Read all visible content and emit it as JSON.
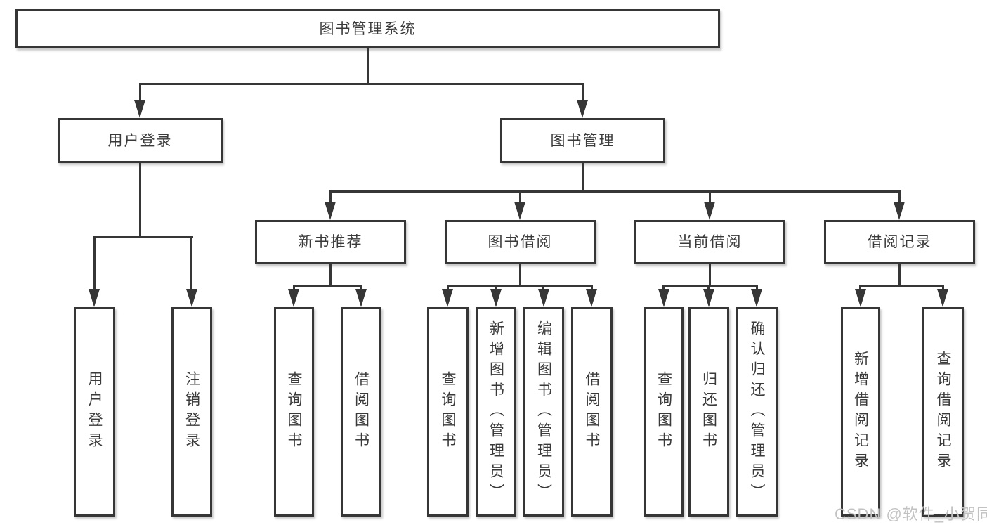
{
  "title": "图书管理系统",
  "watermark": "CSDN @软件_小贺同学",
  "colors": {
    "line": "#363636",
    "text": "#3a3a3a",
    "watermark": "#c2c2c2",
    "background": "#ffffff"
  },
  "nodes": {
    "root": {
      "label": "图书管理系统"
    },
    "user_login": {
      "label": "用户登录"
    },
    "book_mgmt": {
      "label": "图书管理"
    },
    "login": {
      "label": "用户登录"
    },
    "logout": {
      "label": "注销登录"
    },
    "new_books": {
      "label": "新书推荐"
    },
    "book_borrow": {
      "label": "图书借阅"
    },
    "current_borrow": {
      "label": "当前借阅"
    },
    "borrow_records": {
      "label": "借阅记录"
    },
    "nb_query": {
      "label": "查询图书"
    },
    "nb_borrow": {
      "label": "借阅图书"
    },
    "bb_query": {
      "label": "查询图书"
    },
    "bb_add": {
      "label": "新增图书（管理员）"
    },
    "bb_edit": {
      "label": "编辑图书（管理员）"
    },
    "bb_borrow": {
      "label": "借阅图书"
    },
    "cb_query": {
      "label": "查询图书"
    },
    "cb_return": {
      "label": "归还图书"
    },
    "cb_confirm": {
      "label": "确认归还（管理员）"
    },
    "br_add": {
      "label": "新增借阅记录"
    },
    "br_query": {
      "label": "查询借阅记录"
    }
  }
}
